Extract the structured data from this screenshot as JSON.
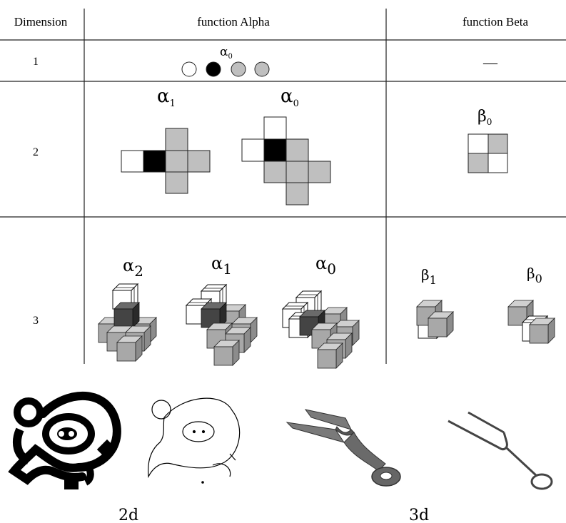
{
  "table": {
    "headers": {
      "dimension": "Dimension",
      "alpha": "function Alpha",
      "beta": "function Beta"
    },
    "rows": [
      {
        "dimension": "1",
        "alpha_labels": [
          {
            "greek": "α",
            "sub": "0"
          }
        ],
        "beta_text": "—"
      },
      {
        "dimension": "2",
        "alpha_labels": [
          {
            "greek": "α",
            "sub": "1"
          },
          {
            "greek": "α",
            "sub": "0"
          }
        ],
        "beta_labels": [
          {
            "greek": "β",
            "sub": "0"
          }
        ]
      },
      {
        "dimension": "3",
        "alpha_labels": [
          {
            "greek": "α",
            "sub": "2"
          },
          {
            "greek": "α",
            "sub": "1"
          },
          {
            "greek": "α",
            "sub": "0"
          }
        ],
        "beta_labels": [
          {
            "greek": "β",
            "sub": "1"
          },
          {
            "greek": "β",
            "sub": "0"
          }
        ]
      }
    ]
  },
  "captions": {
    "left": "2d",
    "right": "3d"
  },
  "colors": {
    "white_cell": "#ffffff",
    "black_cell": "#000000",
    "gray_cell": "#bfbfbf",
    "dark_cell": "#4a4a4a"
  }
}
